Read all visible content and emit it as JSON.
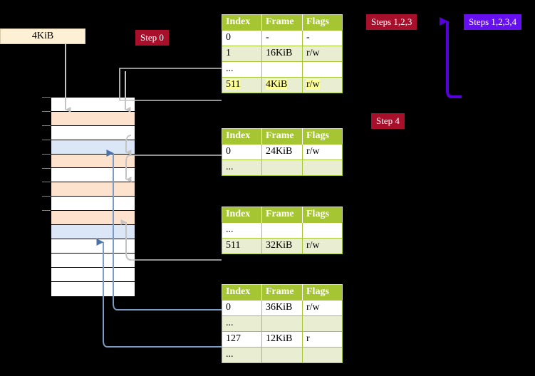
{
  "labels": {
    "mem_banner": "4KiB",
    "step0": "Step 0",
    "step4": "Step 4",
    "steps123": "Steps 1,2,3",
    "steps1234": "Steps 1,2,3,4"
  },
  "colors": {
    "badge_red": "#a80f2b",
    "badge_blue": "#6610f2",
    "table_header_green": "#a6c532",
    "table_alt_row": "#e9eed3",
    "highlight_yellow": "#ffff99",
    "mem_banner_fill": "#fdf0d5",
    "mem_row_orange": "#fde3cd",
    "mem_row_blue": "#dbe7f7",
    "arrow_grey": "#b9b9b9",
    "arrow_blue": "#7a9cc6",
    "arrow_purple": "#5500dd",
    "background": "#000000"
  },
  "memory_grid": {
    "rows": [
      {
        "fill": "white",
        "tick": true
      },
      {
        "fill": "orange",
        "tick": true
      },
      {
        "fill": "white",
        "tick": true
      },
      {
        "fill": "blue",
        "tick": true
      },
      {
        "fill": "orange",
        "tick": true
      },
      {
        "fill": "white",
        "tick": true
      },
      {
        "fill": "orange",
        "tick": true
      },
      {
        "fill": "white",
        "tick": true
      },
      {
        "fill": "orange",
        "tick": true
      },
      {
        "fill": "blue",
        "tick": false
      },
      {
        "fill": "white",
        "tick": false
      },
      {
        "fill": "white",
        "tick": false
      },
      {
        "fill": "white",
        "tick": false
      },
      {
        "fill": "white",
        "tick": false
      }
    ]
  },
  "tables": [
    {
      "id": "table-level-4",
      "headers": [
        "Index",
        "Frame",
        "Flags"
      ],
      "rows": [
        {
          "cells": [
            "0",
            "-",
            "-"
          ],
          "alt": false,
          "highlight": false
        },
        {
          "cells": [
            "1",
            "16KiB",
            "r/w"
          ],
          "alt": true,
          "highlight": false
        },
        {
          "cells": [
            "...",
            "",
            ""
          ],
          "alt": false,
          "highlight": false
        },
        {
          "cells": [
            "511",
            "4KiB",
            "r/w"
          ],
          "alt": true,
          "highlight": true
        }
      ]
    },
    {
      "id": "table-level-3",
      "headers": [
        "Index",
        "Frame",
        "Flags"
      ],
      "rows": [
        {
          "cells": [
            "0",
            "24KiB",
            "r/w"
          ],
          "alt": false,
          "highlight": false
        },
        {
          "cells": [
            "...",
            "",
            ""
          ],
          "alt": true,
          "highlight": false
        }
      ]
    },
    {
      "id": "table-level-2",
      "headers": [
        "Index",
        "Frame",
        "Flags"
      ],
      "rows": [
        {
          "cells": [
            "...",
            "",
            ""
          ],
          "alt": false,
          "highlight": false
        },
        {
          "cells": [
            "511",
            "32KiB",
            "r/w"
          ],
          "alt": true,
          "highlight": false
        }
      ]
    },
    {
      "id": "table-level-1",
      "headers": [
        "Index",
        "Frame",
        "Flags"
      ],
      "rows": [
        {
          "cells": [
            "0",
            "36KiB",
            "r/w"
          ],
          "alt": false,
          "highlight": false
        },
        {
          "cells": [
            "...",
            "",
            ""
          ],
          "alt": true,
          "highlight": false
        },
        {
          "cells": [
            "127",
            "12KiB",
            "r"
          ],
          "alt": false,
          "highlight": false
        },
        {
          "cells": [
            "...",
            "",
            ""
          ],
          "alt": true,
          "highlight": false
        }
      ]
    }
  ]
}
